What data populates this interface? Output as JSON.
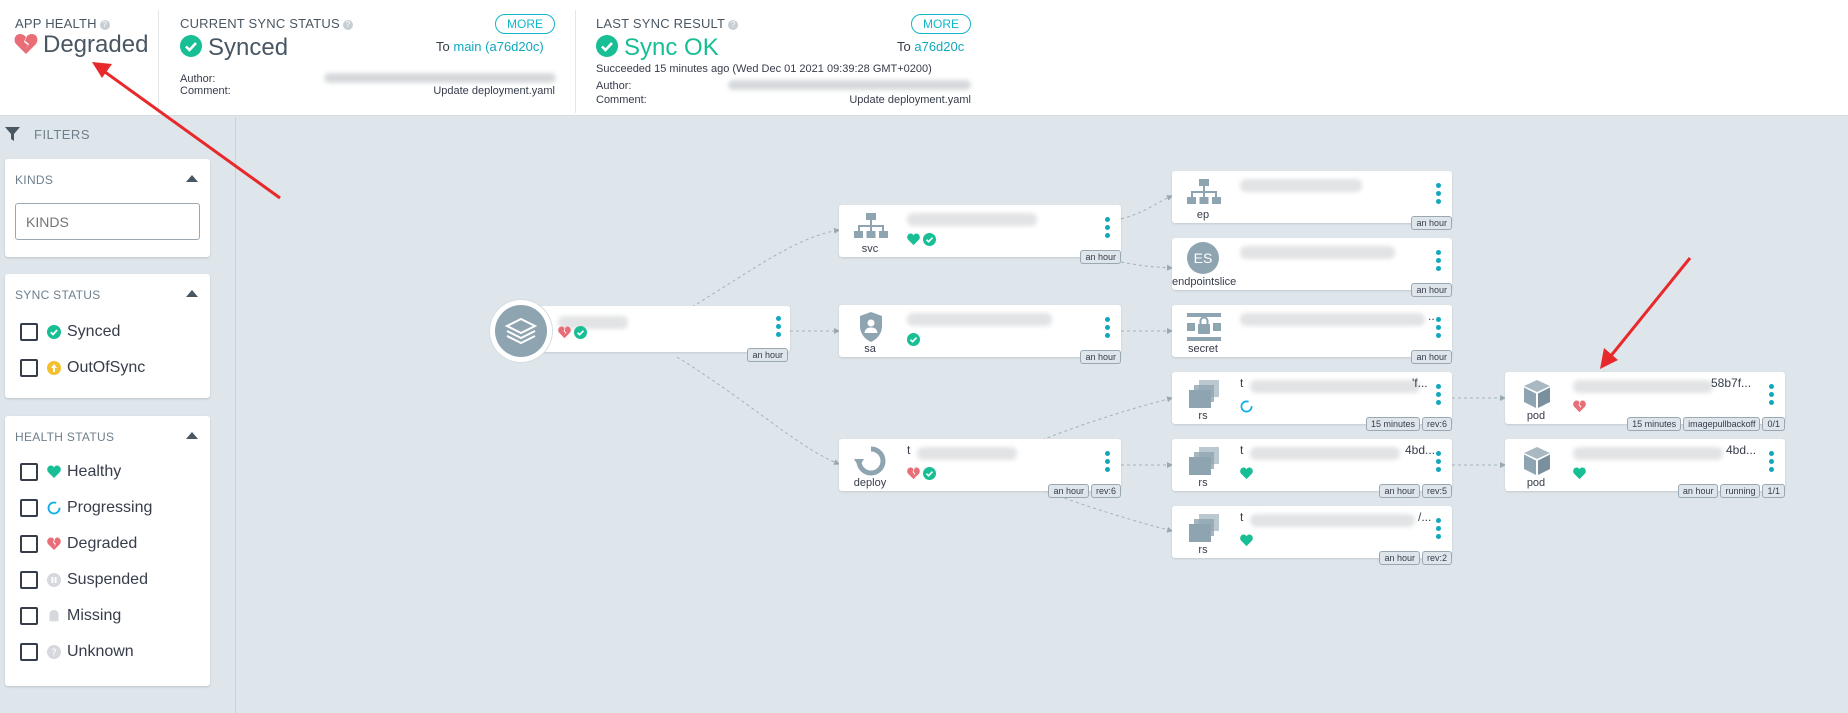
{
  "header": {
    "app_health": {
      "title": "APP HEALTH",
      "value": "Degraded"
    },
    "sync_status": {
      "title": "CURRENT SYNC STATUS",
      "value": "Synced",
      "more": "MORE",
      "to_prefix": "To",
      "to_target": "main (a76d20c)",
      "author_label": "Author:",
      "comment_label": "Comment:",
      "comment": "Update deployment.yaml"
    },
    "last_sync": {
      "title": "LAST SYNC RESULT",
      "value": "Sync OK",
      "more": "MORE",
      "to_prefix": "To",
      "to_target": "a76d20c",
      "succeeded": "Succeeded 15 minutes ago (Wed Dec 01 2021 09:39:28 GMT+0200)",
      "author_label": "Author:",
      "comment_label": "Comment:",
      "comment": "Update deployment.yaml"
    }
  },
  "sidebar": {
    "filters_label": "FILTERS",
    "kinds": {
      "title": "KINDS",
      "placeholder": "KINDS"
    },
    "sync_status": {
      "title": "SYNC STATUS",
      "options": [
        "Synced",
        "OutOfSync"
      ]
    },
    "health_status": {
      "title": "HEALTH STATUS",
      "options": [
        "Healthy",
        "Progressing",
        "Degraded",
        "Suspended",
        "Missing",
        "Unknown"
      ]
    }
  },
  "graph": {
    "nodes": {
      "svc": {
        "kind": "svc",
        "tags": [
          "an hour"
        ]
      },
      "sa": {
        "kind": "sa",
        "tags": [
          "an hour"
        ]
      },
      "deploy": {
        "kind": "deploy",
        "label": "t",
        "tags": [
          "an hour",
          "rev:6"
        ]
      },
      "ep": {
        "kind": "ep",
        "tags": [
          "an hour"
        ]
      },
      "endpointslice": {
        "kind": "endpointslice",
        "icon_text": "ES",
        "tags": [
          "an hour"
        ]
      },
      "secret": {
        "kind": "secret",
        "label_end": "..",
        "tags": [
          "an hour"
        ]
      },
      "rs1": {
        "kind": "rs",
        "label": "t",
        "label_end": "'f...",
        "tags": [
          "15 minutes",
          "rev:6"
        ]
      },
      "rs2": {
        "kind": "rs",
        "label": "t",
        "label_end": "4bd...",
        "tags": [
          "an hour",
          "rev:5"
        ]
      },
      "rs3": {
        "kind": "rs",
        "label": "t",
        "label_end": "/...",
        "tags": [
          "an hour",
          "rev:2"
        ]
      },
      "pod1": {
        "kind": "pod",
        "label_end": "58b7f...",
        "tags": [
          "15 minutes",
          "imagepullbackoff",
          "0/1"
        ]
      },
      "pod2": {
        "kind": "pod",
        "label_end": "4bd...",
        "tags": [
          "an hour",
          "running",
          "1/1"
        ]
      },
      "root": {
        "tags": [
          "an hour"
        ]
      }
    }
  },
  "colors": {
    "healthy": "#18be94",
    "degraded": "#e96d76",
    "progressing": "#0dadea",
    "outofsync": "#f4c030",
    "accent": "#11a7bd",
    "annotation": "#e8292c"
  }
}
